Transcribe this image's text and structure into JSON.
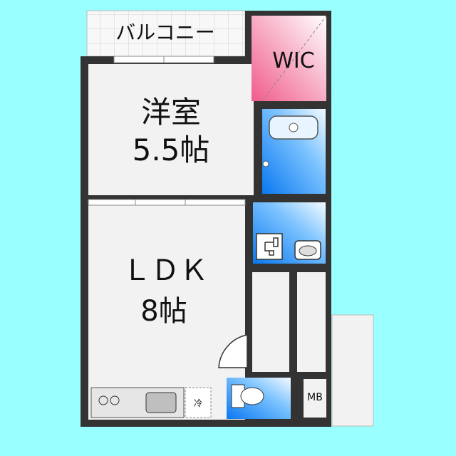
{
  "balcony": {
    "label": "バルコニー"
  },
  "wic": {
    "label": "WIC"
  },
  "bedroom": {
    "name": "洋室",
    "size": "5.5帖"
  },
  "ldk": {
    "name": "ＬＤＫ",
    "size": "8帖"
  },
  "fridge": {
    "label": "冷"
  },
  "mb": {
    "label": "MB"
  },
  "colors": {
    "background": "#99ffff",
    "wall": "#333333",
    "floor": "#f2f2f2",
    "wet_area": "#1a8cff",
    "wic_fill": "#f06b95"
  }
}
